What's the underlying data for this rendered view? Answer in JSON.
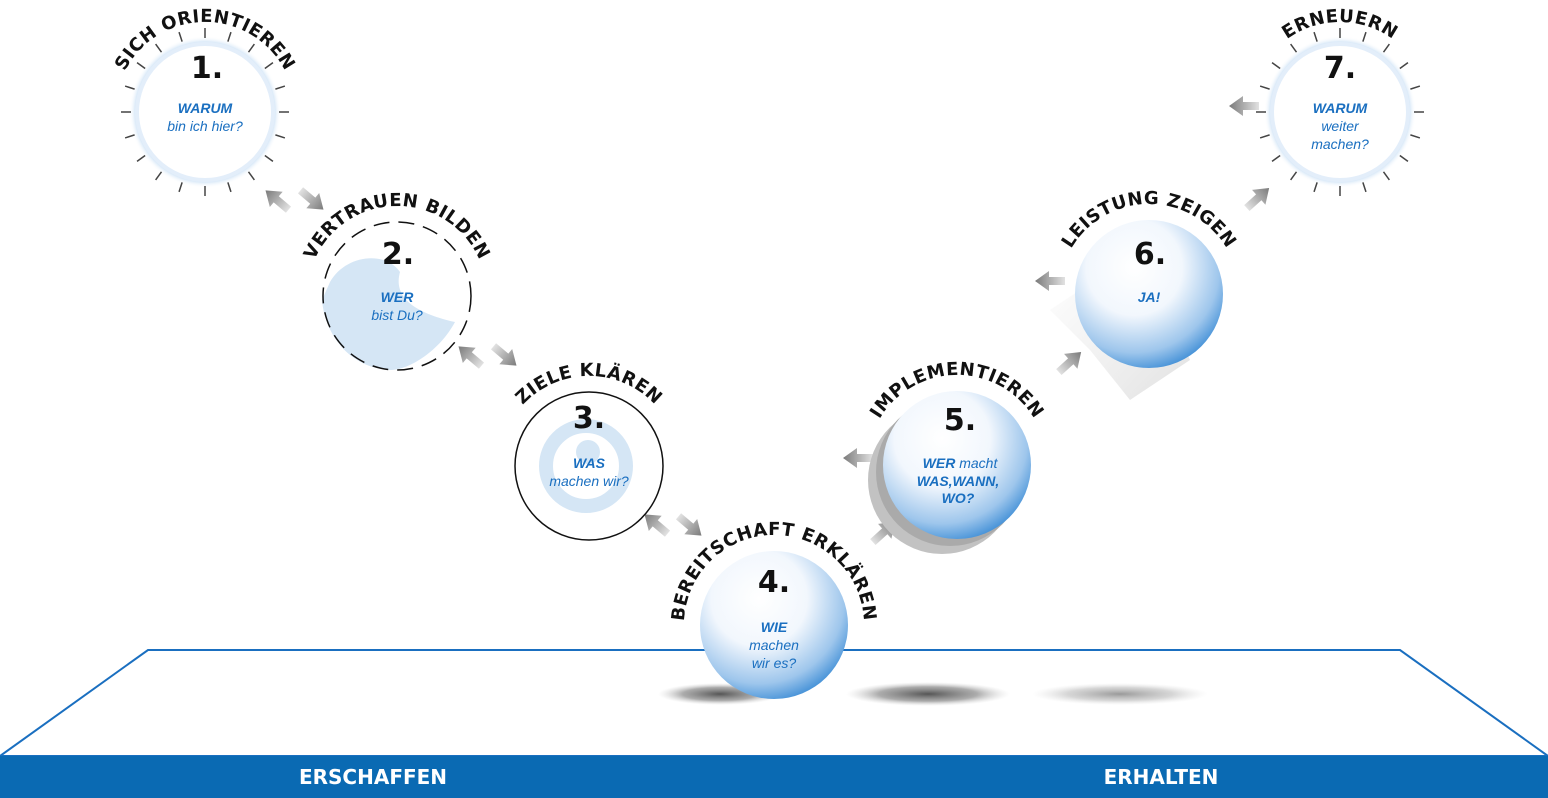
{
  "steps": [
    {
      "number": "1.",
      "title": "SICH ORIENTIEREN",
      "line1": "WARUM",
      "line2": "bin ich hier?",
      "line3": ""
    },
    {
      "number": "2.",
      "title": "VERTRAUEN BILDEN",
      "line1": "WER",
      "line2": "bist Du?",
      "line3": ""
    },
    {
      "number": "3.",
      "title": "ZIELE KLÄREN",
      "line1": "WAS",
      "line2": "machen wir?",
      "line3": ""
    },
    {
      "number": "4.",
      "title": "BEREITSCHAFT ERKLÄREN",
      "line1": "WIE",
      "line2": "machen",
      "line3": "wir es?"
    },
    {
      "number": "5.",
      "title": "IMPLEMENTIEREN",
      "line1a": "WER",
      "line1b": " macht",
      "line2": "WAS,WANN,",
      "line3": "WO?"
    },
    {
      "number": "6.",
      "title": "LEISTUNG ZEIGEN",
      "line1": "JA!",
      "line2": "",
      "line3": ""
    },
    {
      "number": "7.",
      "title": "ERNEUERN",
      "line1": "WARUM",
      "line2": "weiter",
      "line3": "machen?"
    }
  ],
  "bands": {
    "left": "ERSCHAFFEN",
    "right": "ERHALTEN"
  },
  "colors": {
    "band": "#0a6ab3",
    "accent": "#1a6fc0",
    "ball_light": "#ffffff",
    "ball_dark": "#3f8ed6",
    "arrow": "#8a8a8a"
  },
  "icons": {
    "arrow": "double-arrow-icon",
    "sun": "sun-rays-icon"
  }
}
